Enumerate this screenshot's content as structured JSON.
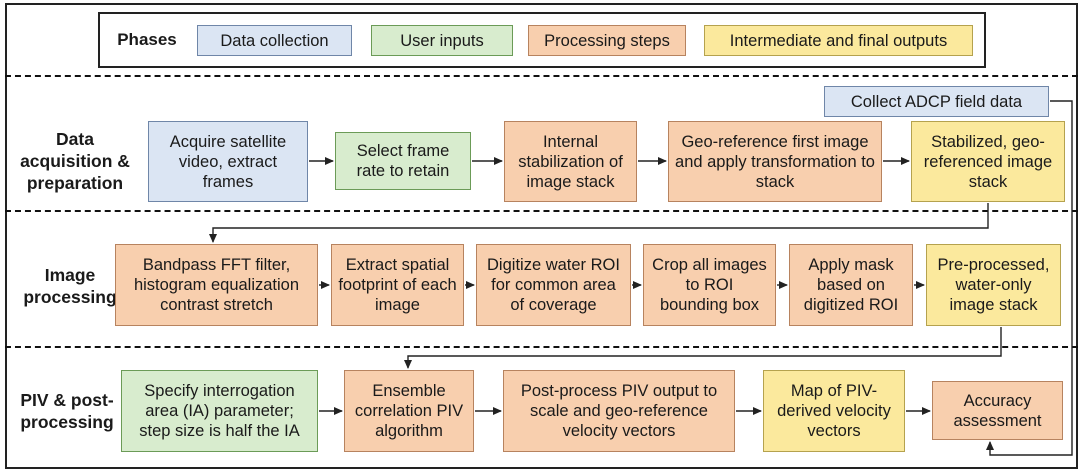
{
  "legend": {
    "title": "Phases",
    "items": [
      {
        "label": "Data collection",
        "kind": "blue"
      },
      {
        "label": "User inputs",
        "kind": "green"
      },
      {
        "label": "Processing steps",
        "kind": "orange"
      },
      {
        "label": "Intermediate and final outputs",
        "kind": "yellow"
      }
    ]
  },
  "sections": [
    {
      "label": "Data acquisition & preparation"
    },
    {
      "label": "Image processing"
    },
    {
      "label": "PIV & post-processing"
    }
  ],
  "boxes": {
    "adcp": "Collect ADCP field data",
    "acquire": "Acquire satellite video, extract frames",
    "frame_rate": "Select frame rate to retain",
    "internal_stab": "Internal stabilization of image stack",
    "georef": "Geo-reference first image and apply transformation to stack",
    "stabilized": "Stabilized, geo-referenced image stack",
    "bandpass": "Bandpass FFT filter, histogram equalization contrast stretch",
    "footprint": "Extract spatial footprint of each image",
    "digitize": "Digitize water ROI for common area of coverage",
    "crop": "Crop all images to ROI bounding box",
    "mask": "Apply mask based on digitized ROI",
    "preprocessed": "Pre-processed, water-only image stack",
    "interrogation": "Specify interrogation area (IA) parameter; step size is half the IA",
    "ensemble": "Ensemble correlation PIV algorithm",
    "postprocess": "Post-process PIV output to scale and geo-reference velocity vectors",
    "map": "Map of PIV-derived velocity vectors",
    "accuracy": "Accuracy assessment"
  },
  "colors": {
    "blue": "#dbe5f3",
    "green": "#d8ecce",
    "orange": "#f8cfae",
    "yellow": "#fbe99d"
  }
}
